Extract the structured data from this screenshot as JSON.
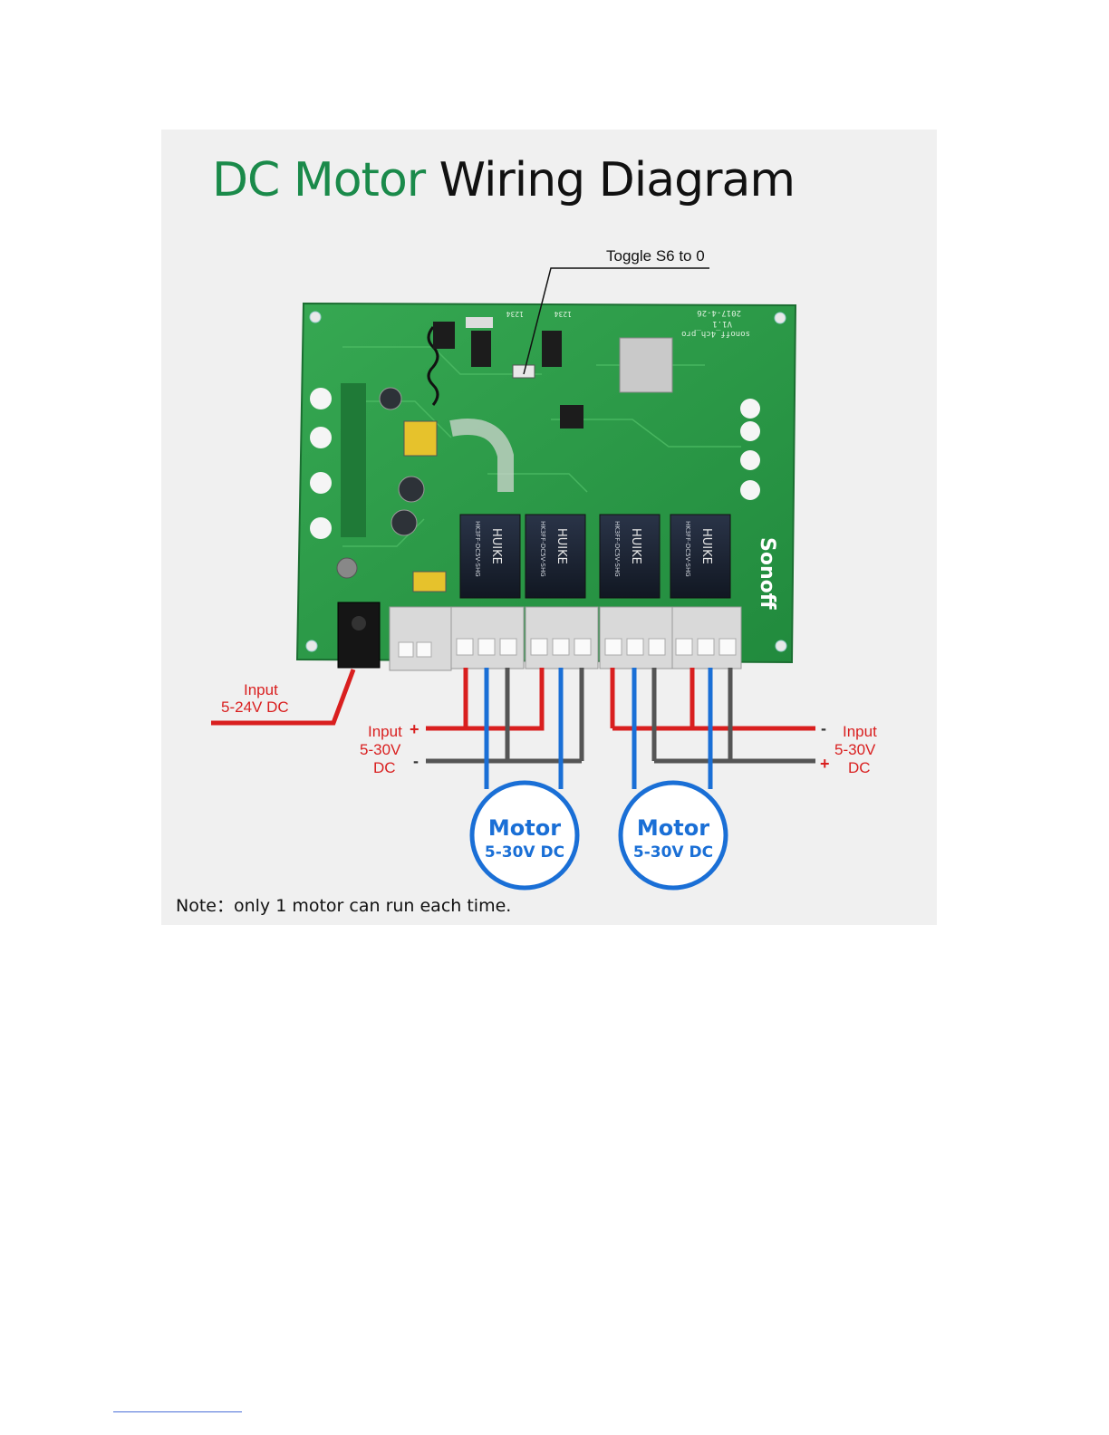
{
  "title": {
    "part1": "DC Motor",
    "part2": "Wiring Diagram"
  },
  "callout": {
    "toggle": "Toggle S6 to 0"
  },
  "labels": {
    "input_main_line1": "Input",
    "input_main_line2": "5-24V  DC",
    "left_input_line1": "Input",
    "left_input_line2": "5-30V",
    "left_input_line3": "DC",
    "left_plus": "+",
    "left_minus": "-",
    "right_input_line1": "Input",
    "right_input_line2": "5-30V",
    "right_input_line3": "DC",
    "right_minus": "-",
    "right_plus": "+"
  },
  "motors": [
    {
      "name": "Motor",
      "rating": "5-30V DC"
    },
    {
      "name": "Motor",
      "rating": "5-30V DC"
    }
  ],
  "board": {
    "brand": "Sonoff",
    "relay_brand": "HUIKE",
    "relay_model": "HK3FF-DC5V-SHG",
    "silk_version": "2017-4-26",
    "silk_rev": "V1.1",
    "silk_name": "sonoff_4ch_pro",
    "switch_label": "1234"
  },
  "note": "Note：only 1 motor can run each time.",
  "colors": {
    "title_green": "#1a8a4a",
    "wire_red": "#d91f1f",
    "wire_blue": "#1a6fd6",
    "wire_gray": "#555555",
    "motor_blue": "#1a6fd6",
    "pcb_green": "#2f9e4a"
  }
}
